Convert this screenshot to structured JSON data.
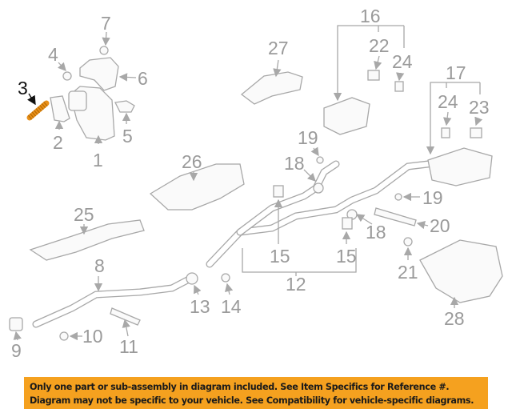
{
  "highlight_color": "#f5a11f",
  "selected_part": "3",
  "labels": [
    "3",
    "7",
    "4",
    "6",
    "2",
    "5",
    "1",
    "27",
    "16",
    "22",
    "24",
    "17",
    "24",
    "23",
    "19",
    "18",
    "26",
    "19",
    "25",
    "20",
    "18",
    "15",
    "15",
    "21",
    "8",
    "12",
    "13",
    "14",
    "28",
    "10",
    "11",
    "9"
  ],
  "banner": {
    "line1": "Only one part or sub-assembly in diagram included. See Item Specifics for Reference #.",
    "line2": "Diagram may not be specific to your vehicle. See Compatibility for vehicle-specific diagrams."
  }
}
